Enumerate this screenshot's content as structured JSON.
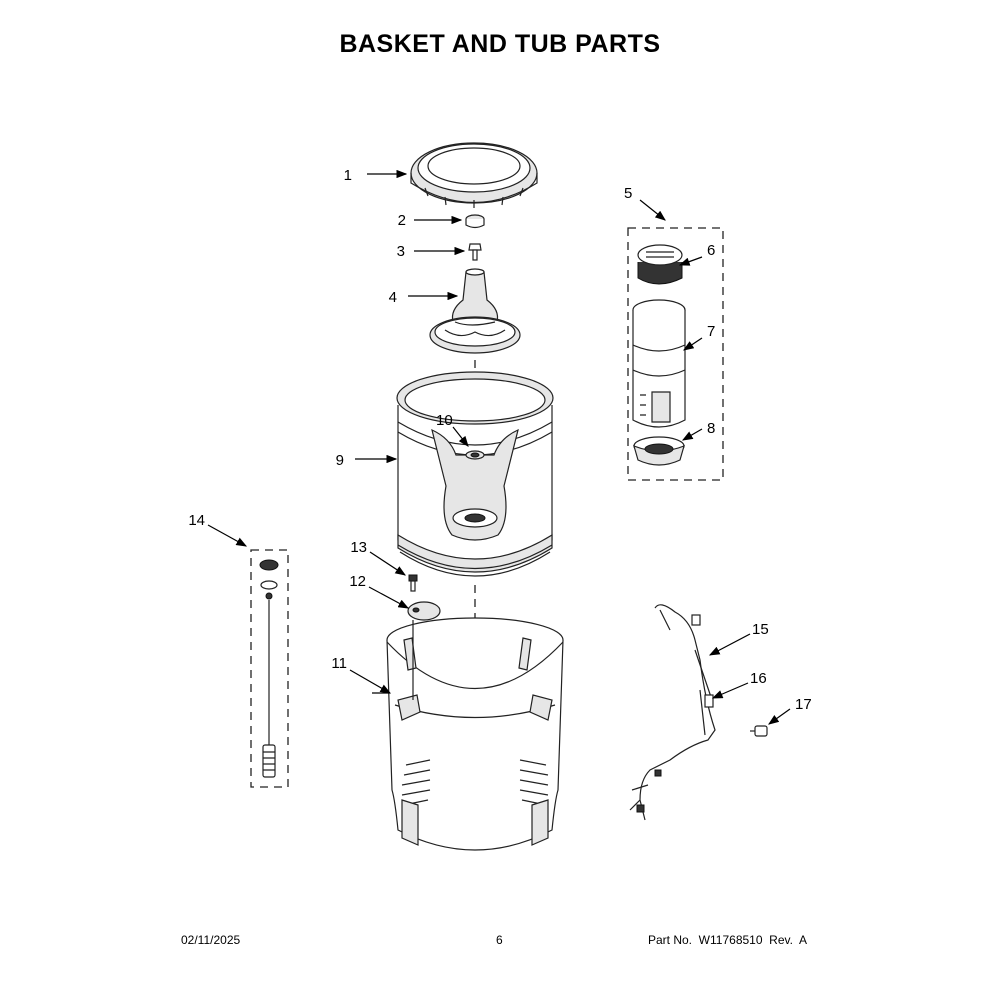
{
  "title": "BASKET AND TUB PARTS",
  "callouts": [
    "1",
    "2",
    "3",
    "4",
    "5",
    "6",
    "7",
    "8",
    "9",
    "10",
    "11",
    "12",
    "13",
    "14",
    "15",
    "16",
    "17"
  ],
  "footer": {
    "date": "02/11/2025",
    "page": "6",
    "part_no": "Part No.  W11768510  Rev.  A"
  }
}
